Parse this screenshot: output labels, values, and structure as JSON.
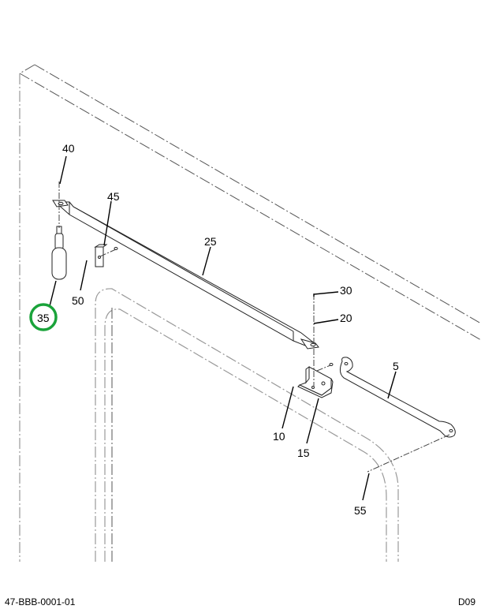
{
  "diagram": {
    "type": "exploded parts illustration",
    "callouts": [
      {
        "id": "c5",
        "label": "5"
      },
      {
        "id": "c10",
        "label": "10"
      },
      {
        "id": "c15",
        "label": "15"
      },
      {
        "id": "c20",
        "label": "20"
      },
      {
        "id": "c25",
        "label": "25"
      },
      {
        "id": "c30",
        "label": "30"
      },
      {
        "id": "c35",
        "label": "35",
        "highlighted": true,
        "highlight_color": "#1aa33a"
      },
      {
        "id": "c40",
        "label": "40"
      },
      {
        "id": "c45",
        "label": "45"
      },
      {
        "id": "c50",
        "label": "50"
      },
      {
        "id": "c55",
        "label": "55"
      }
    ]
  },
  "footer": {
    "document_id": "47-BBB-0001-01",
    "sheet_id": "D09"
  }
}
